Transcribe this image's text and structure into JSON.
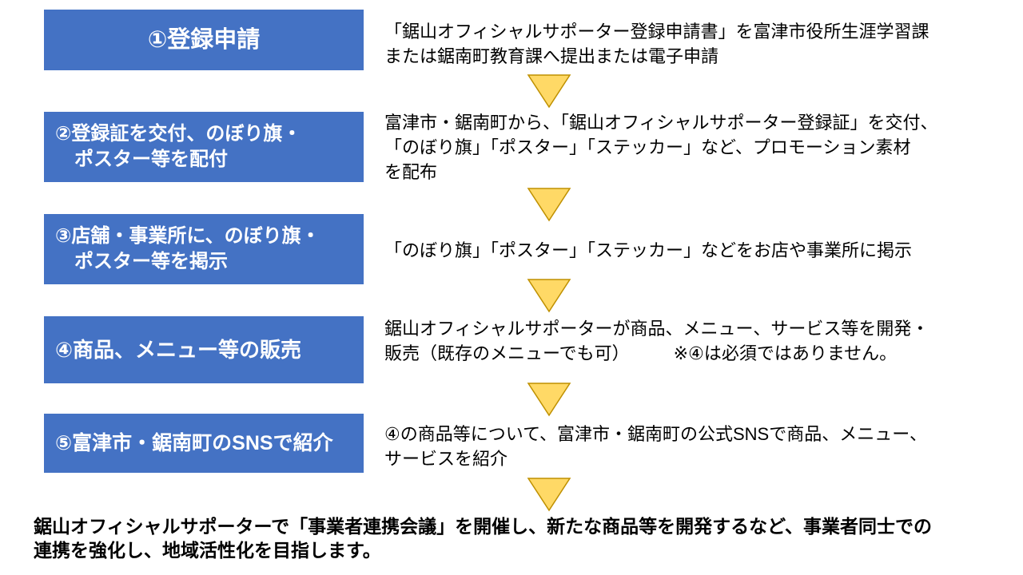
{
  "steps": [
    {
      "label": "①登録申請",
      "description": "「鋸山オフィシャルサポーター登録申請書」を富津市役所生涯学習課\nまたは鋸南町教育課へ提出または電子申請"
    },
    {
      "label": "②登録証を交付、のぼり旗・\n　ポスター等を配付",
      "description": "富津市・鋸南町から、「鋸山オフィシャルサポーター登録証」を交付、\n「のぼり旗」「ポスター」「ステッカー」など、プロモーション素材\nを配布"
    },
    {
      "label": "③店舗・事業所に、のぼり旗・\n　ポスター等を掲示",
      "description": "「のぼり旗」「ポスター」「ステッカー」などをお店や事業所に掲示"
    },
    {
      "label": "④商品、メニュー等の販売",
      "description": "鋸山オフィシャルサポーターが商品、メニュー、サービス等を開発・\n販売（既存のメニューでも可）　　　※④は必須ではありません。"
    },
    {
      "label": "⑤富津市・鋸南町のSNSで紹介",
      "description": "④の商品等について、富津市・鋸南町の公式SNSで商品、メニュー、\nサービスを紹介"
    }
  ],
  "footer": "鋸山オフィシャルサポーターで「事業者連携会議」を開催し、新たな商品等を開発するなど、事業者同士での\n連携を強化し、地域活性化を目指します。",
  "colors": {
    "box_fill": "#4472C4",
    "box_text": "#FFFFFF",
    "arrow_fill": "#FFD966",
    "arrow_stroke": "#BF9000",
    "body_text": "#000000",
    "background": "#FFFFFF"
  }
}
